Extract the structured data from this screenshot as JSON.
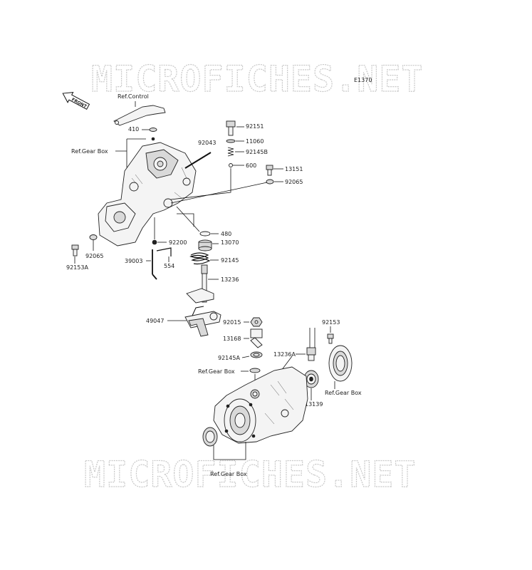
{
  "watermark": "MICROFICHES.NET",
  "diagram_id": "E1370",
  "front_label": "FRONT",
  "refs": {
    "control": "Ref.Control",
    "gearbox_top": "Ref.Gear Box",
    "gearbox_mid_left": "Ref.Gear Box",
    "gearbox_mid_right": "Ref.Gear Box",
    "gearbox_bottom": "Ref.Gear Box"
  },
  "parts": {
    "p410": "410",
    "p92043": "92043",
    "p92151": "92151",
    "p11060": "11060",
    "p92145B": "92145B",
    "p600": "600",
    "p13151": "13151",
    "p92065_right": "92065",
    "p92065_left": "92065",
    "p92153A": "92153A",
    "p480": "480",
    "p13070": "13070",
    "p92200": "92200",
    "p39003": "39003",
    "p554": "554",
    "p92145": "92145",
    "p13236": "13236",
    "p49047": "49047",
    "p92015": "92015",
    "p13168": "13168",
    "p92145A": "92145A",
    "p92153": "92153",
    "p13236A": "13236A",
    "p13139": "13139"
  }
}
